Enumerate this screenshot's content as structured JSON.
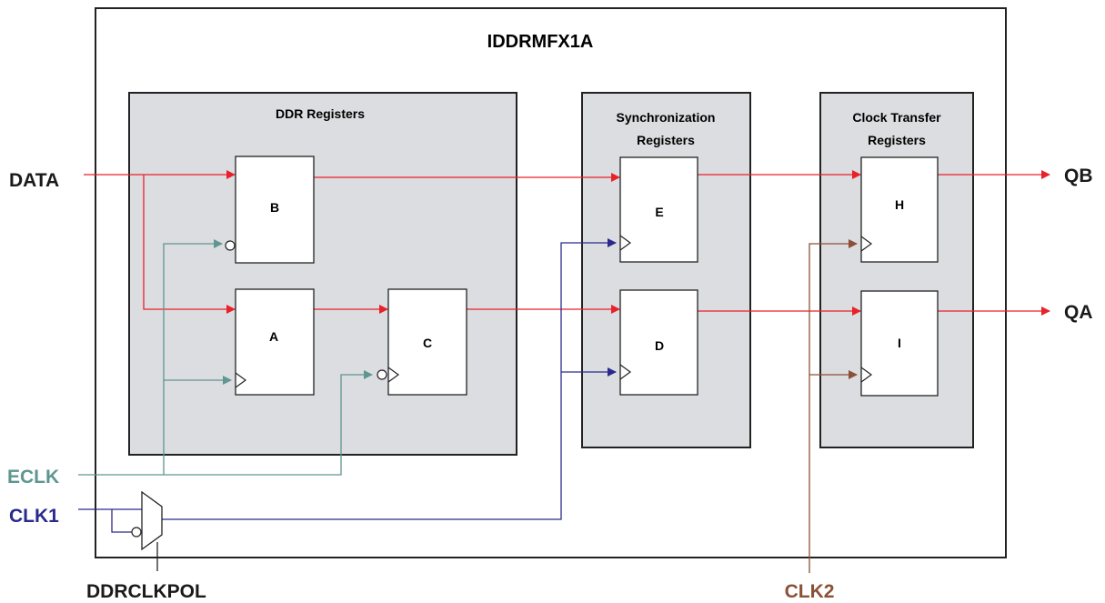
{
  "title": "IDDRMFX1A",
  "groups": {
    "ddr": "DDR Registers",
    "sync_line1": "Synchronization",
    "sync_line2": "Registers",
    "ct_line1": "Clock Transfer",
    "ct_line2": "Registers"
  },
  "registers": {
    "a": "A",
    "b": "B",
    "c": "C",
    "d": "D",
    "e": "E",
    "h": "H",
    "i": "I"
  },
  "inputs": {
    "data": "DATA",
    "eclk": "ECLK",
    "clk1": "CLK1",
    "ddrclkpol": "DDRCLKPOL",
    "clk2": "CLK2"
  },
  "outputs": {
    "qb": "QB",
    "qa": "QA"
  },
  "colors": {
    "data": "#e8212b",
    "eclk": "#5e9690",
    "clk1": "#2a2a8c",
    "clk2": "#8b5038",
    "group_fill": "#dcdde0"
  }
}
